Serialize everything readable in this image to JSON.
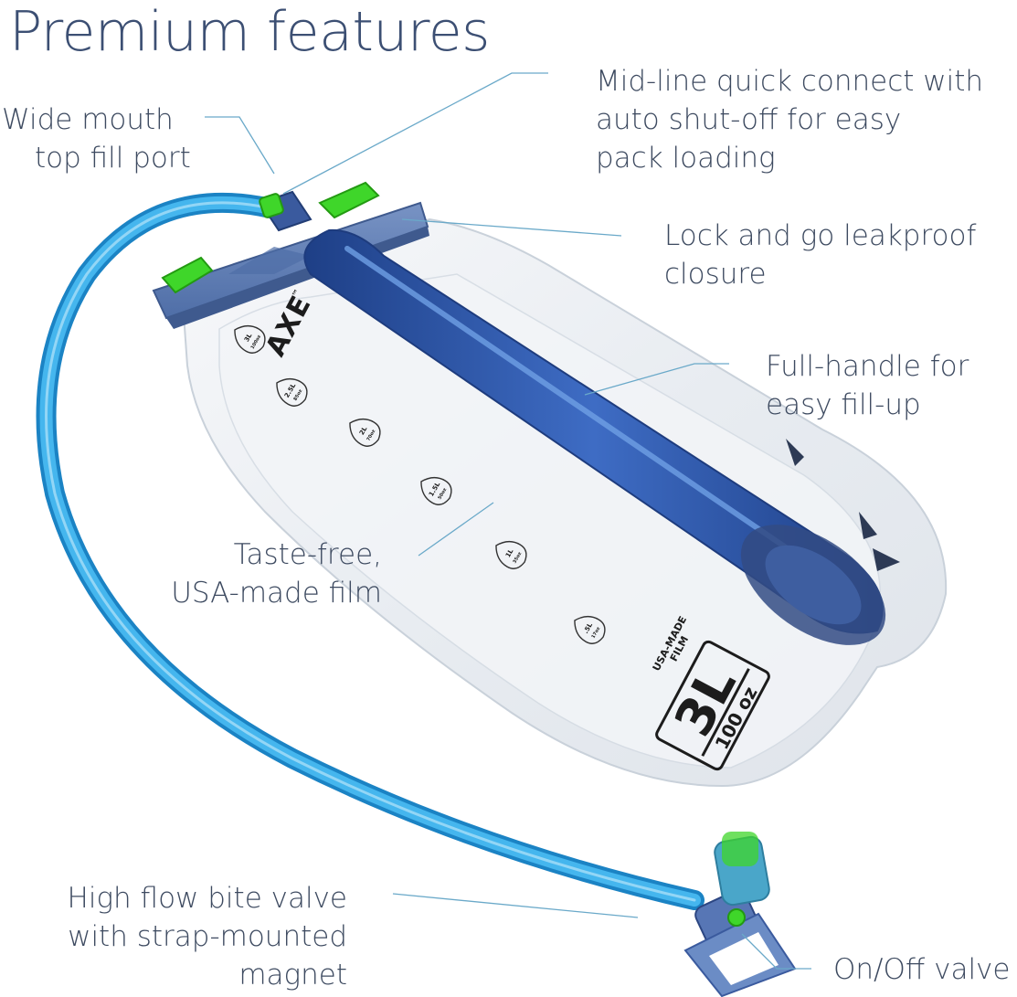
{
  "title": "Premium features",
  "features": {
    "wide_mouth": [
      "Wide mouth",
      "top fill port"
    ],
    "quick_connect": [
      "Mid-line quick connect with",
      "auto shut-off for easy",
      "pack loading"
    ],
    "leakproof": [
      "Lock and go leakproof",
      "closure"
    ],
    "handle": [
      "Full-handle for",
      "easy fill-up"
    ],
    "film": [
      "Taste-free,",
      "USA-made film"
    ],
    "bite_valve": [
      "High flow bite valve",
      "with strap-mounted",
      "magnet"
    ],
    "on_off": [
      "On/Off valve"
    ]
  },
  "bag": {
    "brand": "AXE",
    "trademark": "™",
    "film_badge": [
      "USA-MADE",
      "FILM"
    ],
    "capacity": "3L",
    "capacity_oz": "100 oz",
    "markings": [
      {
        "liters": "3L",
        "oz": "100oz"
      },
      {
        "liters": "2.5L",
        "oz": "85oz"
      },
      {
        "liters": "2L",
        "oz": "70oz"
      },
      {
        "liters": "1.5L",
        "oz": "50oz"
      },
      {
        "liters": "1L",
        "oz": "35oz"
      },
      {
        "liters": ".5L",
        "oz": "17oz"
      }
    ]
  },
  "colors": {
    "title": "#3c4f73",
    "text": "#3d4a60",
    "leader": "#6aa9c9",
    "tube": "#2a9fd8",
    "handle": "#2f5aa8",
    "closure": "#5b7bb1",
    "clip_green": "#3fd62a",
    "film": "#eef1f5"
  }
}
